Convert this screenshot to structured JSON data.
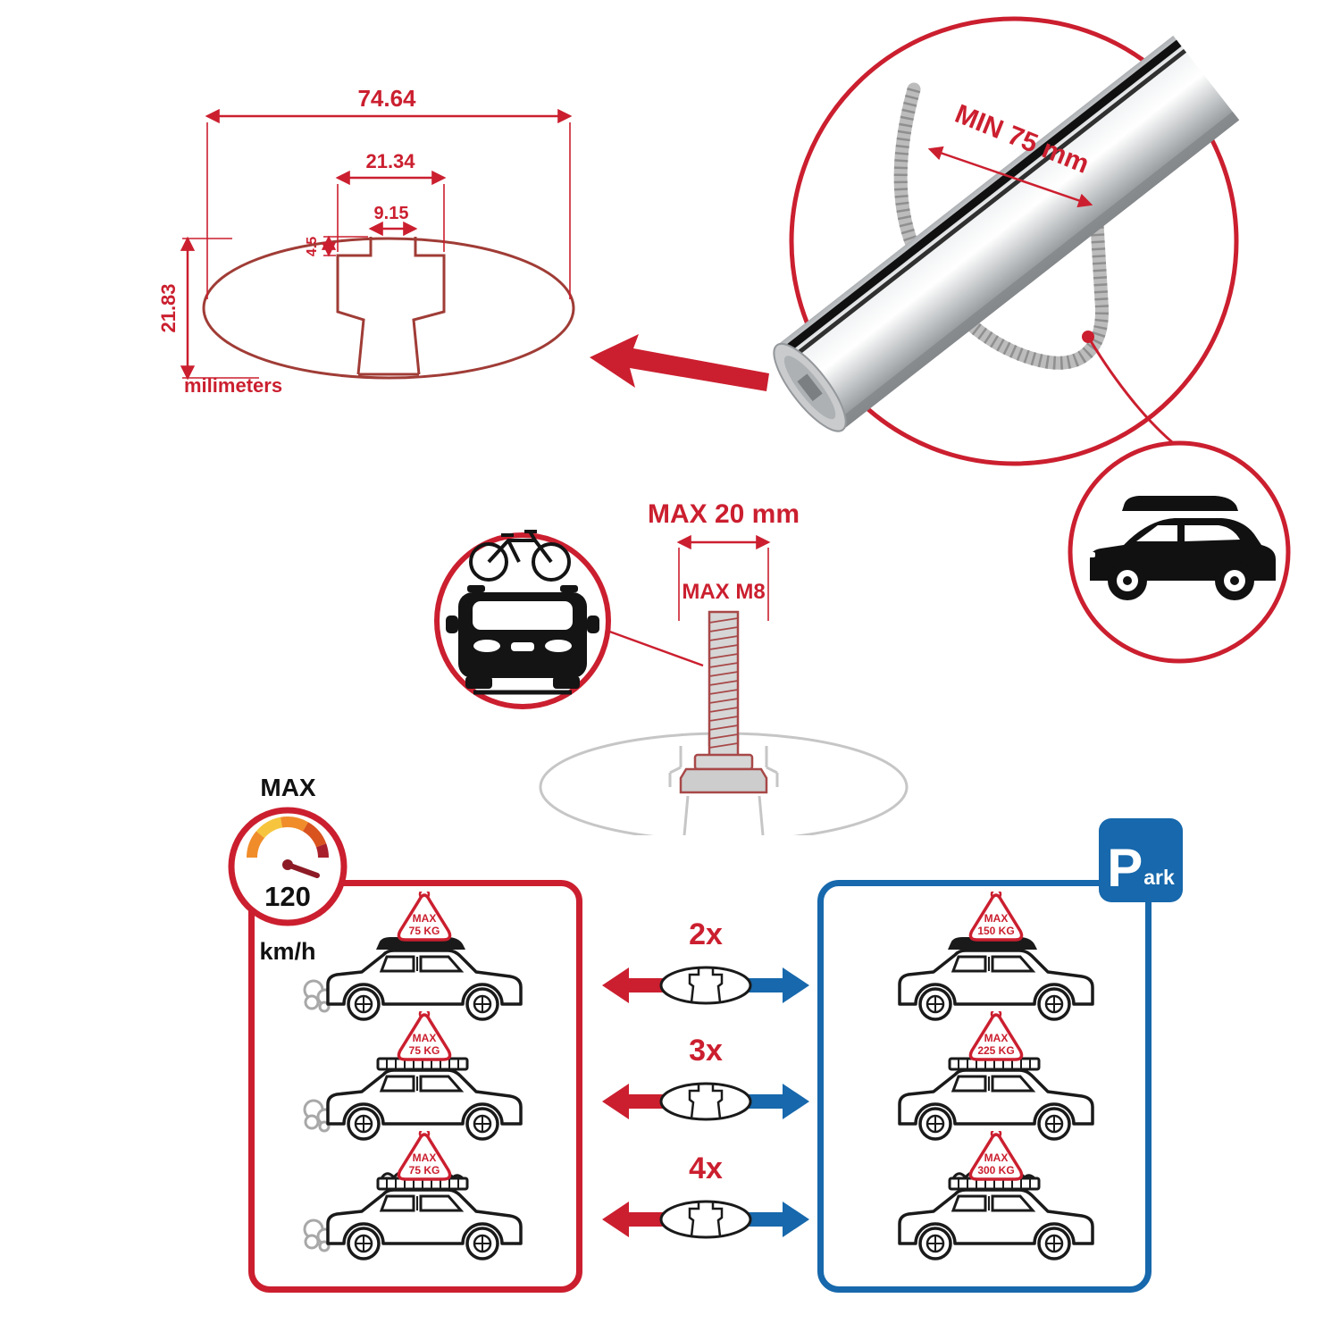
{
  "colors": {
    "accent_red": "#cb1f2f",
    "accent_blue": "#1768ac",
    "diagram_maroon": "#a03c36",
    "steel_grey": "#b6b6b6"
  },
  "cross_section": {
    "dim_total_width": "74.64",
    "dim_slot_outer": "21.34",
    "dim_slot_opening": "9.15",
    "dim_lip_height": "4.5",
    "dim_total_height": "21.83",
    "units_label": "milimeters"
  },
  "bar_detail": {
    "min_span_label": "MIN 75 mm"
  },
  "bolt_spec": {
    "max_width_label": "MAX 20 mm",
    "thread_label": "MAX M8"
  },
  "speed_gauge": {
    "max_label": "MAX",
    "value": "120",
    "unit": "km/h"
  },
  "parking_sign": {
    "big": "P",
    "small": "ark"
  },
  "driving_panel": {
    "cars": [
      {
        "badge_title": "MAX",
        "badge_load": "75 KG"
      },
      {
        "badge_title": "MAX",
        "badge_load": "75 KG"
      },
      {
        "badge_title": "MAX",
        "badge_load": "75 KG"
      }
    ]
  },
  "parked_panel": {
    "cars": [
      {
        "badge_title": "MAX",
        "badge_load": "150 KG"
      },
      {
        "badge_title": "MAX",
        "badge_load": "225 KG"
      },
      {
        "badge_title": "MAX",
        "badge_load": "300 KG"
      }
    ]
  },
  "bar_multipliers": [
    {
      "label": "2x"
    },
    {
      "label": "3x"
    },
    {
      "label": "4x"
    }
  ]
}
